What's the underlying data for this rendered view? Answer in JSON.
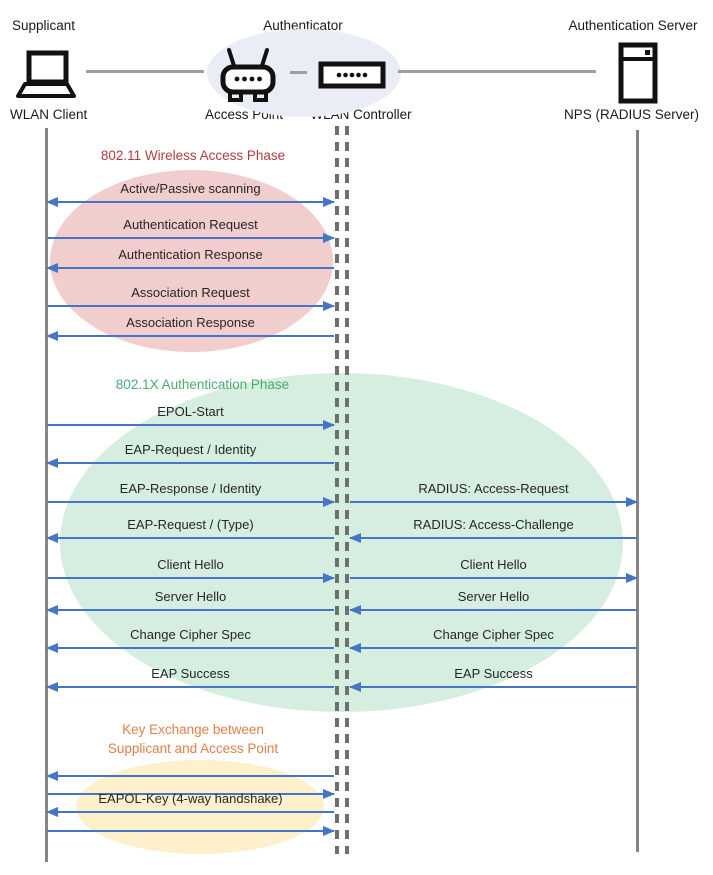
{
  "actors": {
    "supplicant": {
      "role": "Supplicant",
      "name": "WLAN Client"
    },
    "authenticator": {
      "role": "Authenticator",
      "members": [
        {
          "name": "Access Point"
        },
        {
          "name": "WLAN Controller"
        }
      ]
    },
    "auth_server": {
      "role": "Authentication Server",
      "name": "NPS (RADIUS Server)"
    }
  },
  "phases": [
    {
      "title": "802.11 Wireless Access Phase",
      "title_color": "#B13C3C",
      "ellipse_color": "#F2CDCD"
    },
    {
      "title": "802.1X Authentication Phase",
      "title_color": "#4BAB6D",
      "ellipse_color": "#D6EEDF"
    },
    {
      "title": "Key Exchange between\nSupplicant and Access Point",
      "title_color": "#E0804A",
      "ellipse_color": "#FDF0CB"
    }
  ],
  "colors": {
    "arrow": "#4575C4",
    "lifeline": "#858585",
    "authenticator_ellipse": "#EAEDF6"
  },
  "messages": [
    {
      "left": {
        "label": "Active/Passive scanning",
        "dir": "both"
      },
      "right": null
    },
    {
      "left": {
        "label": "Authentication Request",
        "dir": "right"
      },
      "right": null
    },
    {
      "left": {
        "label": "Authentication Response",
        "dir": "left"
      },
      "right": null
    },
    {
      "left": {
        "label": "Association Request",
        "dir": "right"
      },
      "right": null
    },
    {
      "left": {
        "label": "Association Response",
        "dir": "left"
      },
      "right": null
    },
    {
      "left": {
        "label": "EPOL-Start",
        "dir": "right"
      },
      "right": null
    },
    {
      "left": {
        "label": "EAP-Request / Identity",
        "dir": "left"
      },
      "right": null
    },
    {
      "left": {
        "label": "EAP-Response / Identity",
        "dir": "right"
      },
      "right": {
        "label": "RADIUS: Access-Request",
        "dir": "right"
      }
    },
    {
      "left": {
        "label": "EAP-Request / (Type)",
        "dir": "left"
      },
      "right": {
        "label": "RADIUS: Access-Challenge",
        "dir": "left"
      }
    },
    {
      "left": {
        "label": "Client Hello",
        "dir": "right"
      },
      "right": {
        "label": "Client Hello",
        "dir": "right"
      }
    },
    {
      "left": {
        "label": "Server Hello",
        "dir": "left"
      },
      "right": {
        "label": "Server Hello",
        "dir": "left"
      }
    },
    {
      "left": {
        "label": "Change Cipher Spec",
        "dir": "left"
      },
      "right": {
        "label": "Change Cipher Spec",
        "dir": "left"
      }
    },
    {
      "left": {
        "label": "EAP Success",
        "dir": "left"
      },
      "right": {
        "label": "EAP Success",
        "dir": "left"
      }
    },
    {
      "left": {
        "label": "",
        "dir": "left"
      },
      "right": null
    },
    {
      "left": {
        "label": "",
        "dir": "right"
      },
      "right": null
    },
    {
      "left": {
        "label": "EAPOL-Key (4-way handshake)",
        "dir": "left"
      },
      "right": null
    },
    {
      "left": {
        "label": "",
        "dir": "right"
      },
      "right": null
    }
  ]
}
